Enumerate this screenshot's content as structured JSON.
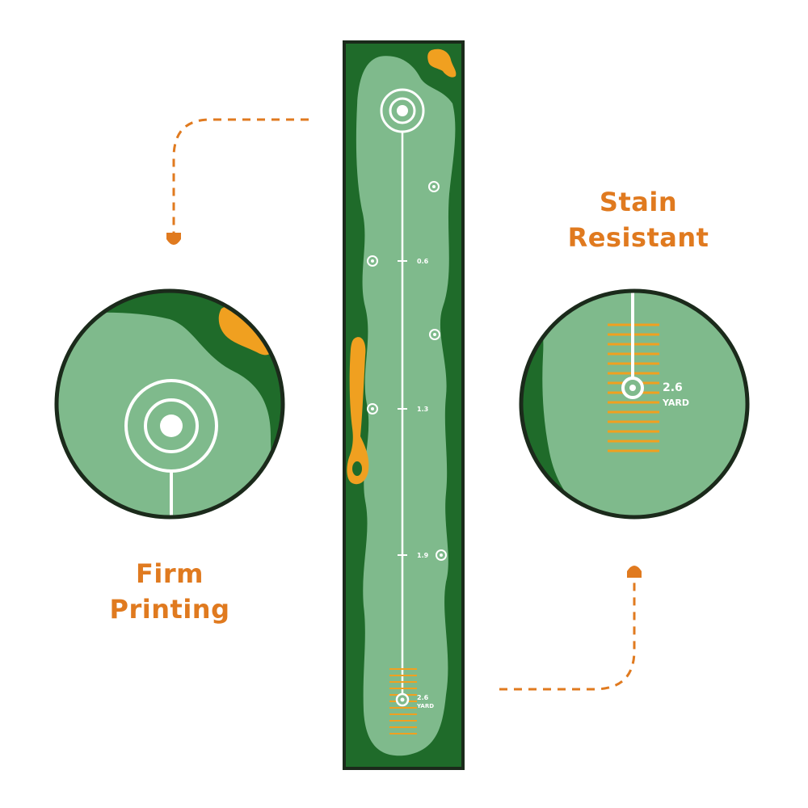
{
  "features": {
    "stain_resistant": {
      "line1": "Stain",
      "line2": "Resistant"
    },
    "firm_printing": {
      "line1": "Firm",
      "line2": "Printing"
    }
  },
  "mat": {
    "distance_marks": [
      "0.6",
      "1.3",
      "1.9",
      "2.6"
    ],
    "yard_label": "YARD"
  },
  "zoom_right": {
    "distance": "2.6",
    "unit": "YARD"
  },
  "colors": {
    "accent_orange": "#e07a1f",
    "dark_green": "#1f6b2a",
    "light_green": "#7fba8c",
    "hazard_orange": "#f0a020",
    "border": "#1b2a1b"
  }
}
